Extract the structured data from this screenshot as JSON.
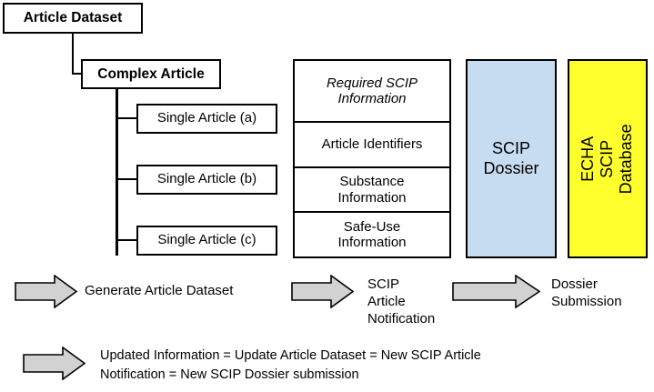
{
  "diagram": {
    "title": "SCIP Article Dataset to ECHA SCIP Database flow",
    "colors": {
      "dossier_fill": "#C6DCF0",
      "echa_fill": "#FFFF2E",
      "arrow_fill": "#D2D2D2",
      "line": "#000000",
      "box_fill": "#FFFFFF"
    }
  },
  "tree": {
    "root": {
      "label": "Article Dataset"
    },
    "complex": {
      "label": "Complex Article"
    },
    "children": [
      {
        "label": "Single Article (a)"
      },
      {
        "label": "Single Article (b)"
      },
      {
        "label": "Single Article (c)"
      }
    ]
  },
  "info_table": {
    "header": "Required SCIP\nInformation",
    "rows": [
      {
        "label": "Article Identifiers"
      },
      {
        "label": "Substance\nInformation"
      },
      {
        "label": "Safe-Use\nInformation"
      }
    ]
  },
  "dossier_box": {
    "label": "SCIP\nDossier"
  },
  "echa_box": {
    "label": "ECHA SCIP\nDatabase"
  },
  "arrows": [
    {
      "name": "generate-article-dataset",
      "caption": "Generate Article Dataset"
    },
    {
      "name": "scip-article-notification",
      "caption": "SCIP\nArticle\nNotification"
    },
    {
      "name": "dossier-submission",
      "caption": "Dossier\nSubmission"
    }
  ],
  "footer": {
    "caption": "Updated Information = Update Article Dataset = New SCIP Article\nNotification = New SCIP Dossier submission"
  }
}
